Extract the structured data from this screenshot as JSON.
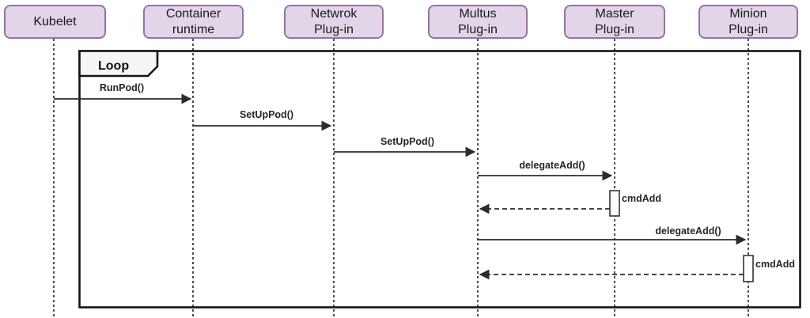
{
  "diagram": {
    "type": "sequence",
    "actors": [
      {
        "id": "kubelet",
        "label": "Kubelet"
      },
      {
        "id": "container-runtime",
        "label": "Container\nruntime"
      },
      {
        "id": "network-plugin",
        "label": "Netwrok\nPlug-in"
      },
      {
        "id": "multus-plugin",
        "label": "Multus\nPlug-in"
      },
      {
        "id": "master-plugin",
        "label": "Master\nPlug-in"
      },
      {
        "id": "minion-plugin",
        "label": "Minion\nPlug-in"
      }
    ],
    "loop": {
      "label": "Loop"
    },
    "messages": [
      {
        "label": "RunPod()",
        "from": "Kubelet",
        "to": "Container runtime",
        "style": "solid"
      },
      {
        "label": "SetUpPod()",
        "from": "Container runtime",
        "to": "Netwrok Plug-in",
        "style": "solid"
      },
      {
        "label": "SetUpPod()",
        "from": "Netwrok Plug-in",
        "to": "Multus Plug-in",
        "style": "solid"
      },
      {
        "label": "delegateAdd()",
        "from": "Multus Plug-in",
        "to": "Master Plug-in",
        "style": "solid"
      },
      {
        "label": "cmdAdd",
        "on": "Master Plug-in",
        "style": "activation"
      },
      {
        "label": "",
        "from": "Master Plug-in",
        "to": "Multus Plug-in",
        "style": "dashed-return"
      },
      {
        "label": "delegateAdd()",
        "from": "Multus Plug-in",
        "to": "Minion Plug-in",
        "style": "solid"
      },
      {
        "label": "cmdAdd",
        "on": "Minion Plug-in",
        "style": "activation"
      },
      {
        "label": "",
        "from": "Minion Plug-in",
        "to": "Multus Plug-in",
        "style": "dashed-return"
      }
    ],
    "colors": {
      "actor_fill": "#e1d5e7",
      "actor_border": "#9673a6",
      "frame_border": "#141414",
      "line": "#2b2b2b",
      "loop_fill": "#f5f5f5",
      "background": "#ffffff"
    }
  }
}
